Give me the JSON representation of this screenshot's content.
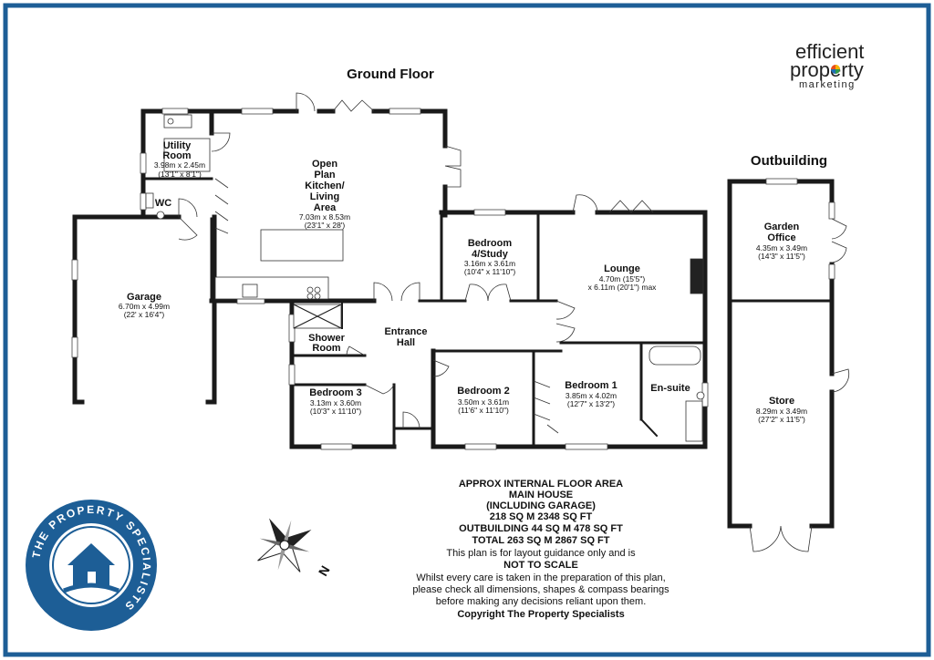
{
  "colors": {
    "frame": "#1d5e96",
    "walls": "#1a1a1a",
    "badge": "#1d5e96",
    "badge_inner": "#ffffff"
  },
  "headings": {
    "ground_floor": "Ground Floor",
    "outbuilding": "Outbuilding"
  },
  "brand": {
    "line1": "efficient",
    "line2": "property",
    "line3": "marketing"
  },
  "badge": {
    "text": "THE PROPERTY SPECIALISTS",
    "icon": "house-icon"
  },
  "compass": {
    "letter": "N",
    "icon": "compass-rose-icon"
  },
  "rooms": {
    "utility": {
      "name1": "Utility",
      "name2": "Room",
      "dim_m": "3.98m x 2.45m",
      "dim_ft": "(13'1\" x 8'1\")"
    },
    "wc": {
      "name": "WC"
    },
    "kitchen": {
      "name1": "Open",
      "name2": "Plan",
      "name3": "Kitchen/",
      "name4": "Living",
      "name5": "Area",
      "dim_m": "7.03m x 8.53m",
      "dim_ft": "(23'1\" x 28')"
    },
    "garage": {
      "name": "Garage",
      "dim_m": "6.70m x 4.99m",
      "dim_ft": "(22' x 16'4\")"
    },
    "bedroom4": {
      "name1": "Bedroom",
      "name2": "4/Study",
      "dim_m": "3.16m x 3.61m",
      "dim_ft": "(10'4\" x 11'10\")"
    },
    "lounge": {
      "name": "Lounge",
      "dim1": "4.70m (15'5\")",
      "dim2": "x 6.11m (20'1\") max"
    },
    "shower": {
      "name1": "Shower",
      "name2": "Room"
    },
    "hall": {
      "name1": "Entrance",
      "name2": "Hall"
    },
    "bedroom3": {
      "name": "Bedroom 3",
      "dim_m": "3.13m x 3.60m",
      "dim_ft": "(10'3\" x 11'10\")"
    },
    "bedroom2": {
      "name": "Bedroom 2",
      "dim_m": "3.50m x 3.61m",
      "dim_ft": "(11'6\" x 11'10\")"
    },
    "bedroom1": {
      "name": "Bedroom 1",
      "dim_m": "3.85m x 4.02m",
      "dim_ft": "(12'7\" x 13'2\")"
    },
    "ensuite": {
      "name": "En-suite"
    },
    "garden_office": {
      "name1": "Garden",
      "name2": "Office",
      "dim_m": "4.35m x 3.49m",
      "dim_ft": "(14'3\" x 11'5\")"
    },
    "store": {
      "name": "Store",
      "dim_m": "8.29m x 3.49m",
      "dim_ft": "(27'2\" x 11'5\")"
    }
  },
  "area_note": {
    "l1": "APPROX INTERNAL FLOOR AREA",
    "l2": "MAIN HOUSE",
    "l3": "(INCLUDING GARAGE)",
    "l4": "218 SQ M 2348 SQ FT",
    "l5": "OUTBUILDING 44 SQ M 478 SQ FT",
    "l6": "TOTAL 263 SQ M 2867 SQ FT",
    "l7": "This plan is for layout guidance only and is",
    "l8": "NOT TO SCALE",
    "l9": "Whilst every care is taken in the preparation of this plan,",
    "l10": "please check all dimensions, shapes & compass bearings",
    "l11": "before making any decisions reliant upon them.",
    "l12": "Copyright The Property Specialists"
  }
}
